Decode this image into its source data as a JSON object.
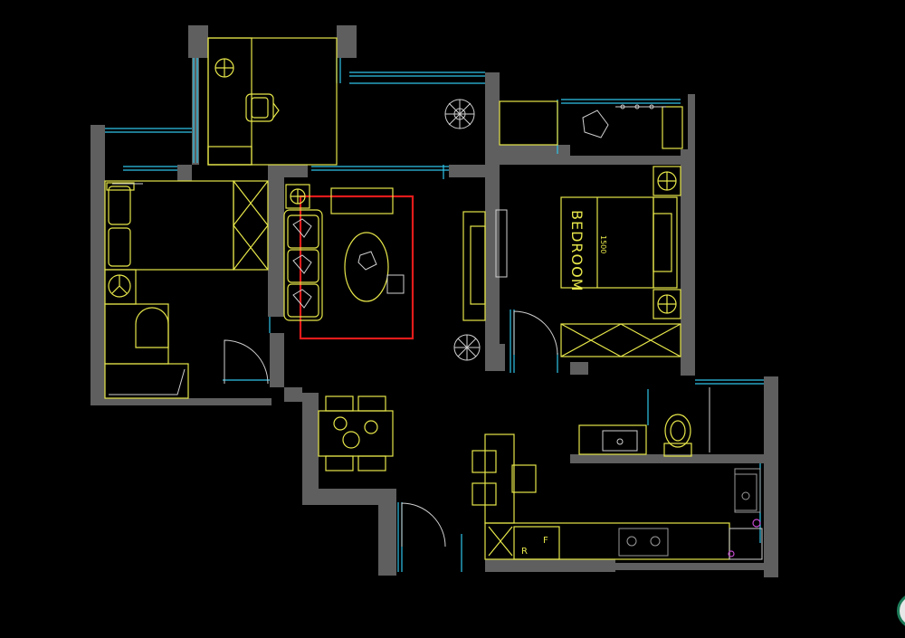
{
  "plan": {
    "room_label": "BEDROOM",
    "dimension_label": "1500",
    "fridge_label": "R",
    "freezer_label": "F"
  },
  "colors": {
    "background": "#000000",
    "wall": "#5f5f5f",
    "furniture": "#e6e64a",
    "window": "#2fc4e8",
    "rug": "#e21b1b",
    "door": "#cfcfcf"
  },
  "icons": [
    "plant-icon",
    "lamp-icon",
    "toilet-icon",
    "sink-icon",
    "bed-icon",
    "sofa-icon",
    "door-swing-icon"
  ]
}
